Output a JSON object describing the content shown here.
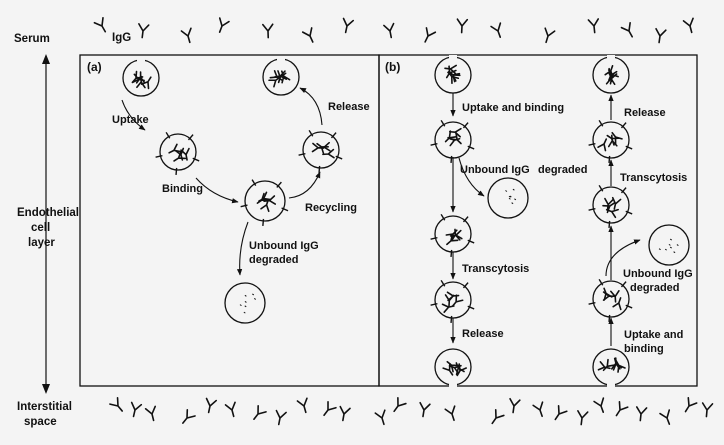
{
  "labels": {
    "serum": "Serum",
    "igg": "IgG",
    "endothelial": [
      "Endothelial",
      "cell",
      "layer"
    ],
    "interstitial": [
      "Interstitial",
      "space"
    ]
  },
  "panel_a": {
    "tag": "(a)",
    "uptake": "Uptake",
    "binding": "Binding",
    "recycling": "Recycling",
    "release": "Release",
    "unbound": [
      "Unbound IgG",
      "degraded"
    ]
  },
  "panel_b": {
    "tag": "(b)",
    "left": {
      "uptake_binding": "Uptake and binding",
      "unbound_igg": "Unbound IgG",
      "degraded": "degraded",
      "transcytosis": "Transcytosis",
      "release": "Release"
    },
    "right": {
      "release": "Release",
      "transcytosis": "Transcytosis",
      "unbound": [
        "Unbound IgG",
        "degraded"
      ],
      "uptake_binding": [
        "Uptake and",
        "binding"
      ]
    }
  },
  "colors": {
    "ink": "#111111",
    "background": "#f4f4f4"
  }
}
